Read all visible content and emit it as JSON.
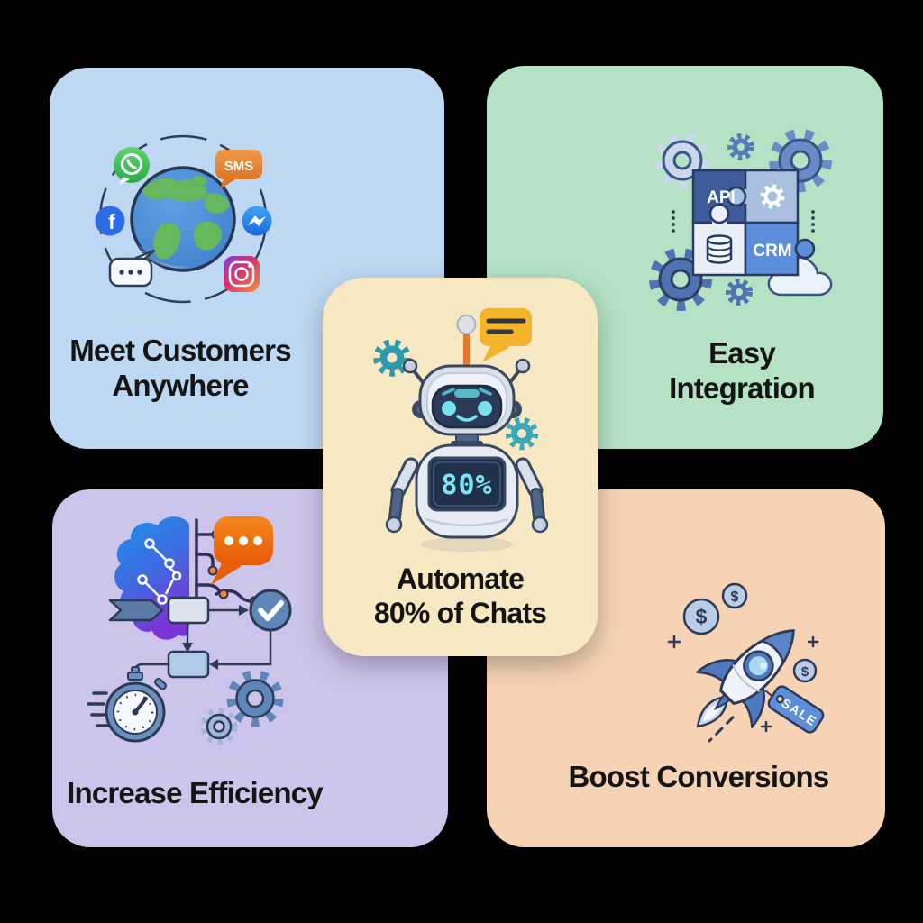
{
  "palette": {
    "background": "#000000",
    "card_blue": "#BED8F3",
    "card_green": "#B5E2C4",
    "card_yellow": "#F7E8C4",
    "card_purple": "#CDC4EB",
    "card_peach": "#F6D3B4",
    "text": "#151515",
    "accent_orange": "#E8782E",
    "accent_teal": "#2E9BAD",
    "accent_blue": "#5C8ED9"
  },
  "cards": {
    "meet_customers": {
      "line1": "Meet Customers",
      "line2": "Anywhere",
      "bg_color": "#BED8F3",
      "icons": {
        "sms_label": "SMS",
        "facebook_letter": "f",
        "icon_names": [
          "whatsapp-icon",
          "sms-icon",
          "facebook-icon",
          "messenger-icon",
          "chat-bubble-icon",
          "instagram-icon",
          "globe-icon"
        ]
      }
    },
    "easy_integration": {
      "line1": "Easy",
      "line2": "Integration",
      "bg_color": "#B5E2C4",
      "puzzle": {
        "api_label": "API",
        "crm_label": "CRM"
      },
      "icon_names": [
        "gear-icon",
        "puzzle-icon",
        "database-icon",
        "cloud-icon"
      ]
    },
    "automate_chats": {
      "line1": "Automate",
      "line2": "80% of Chats",
      "bg_color": "#F7E8C4",
      "screen_value": "80%",
      "icon_names": [
        "robot-icon",
        "speech-bubble-icon",
        "gear-icon",
        "antenna-icon"
      ]
    },
    "increase_efficiency": {
      "title": "Increase Efficiency",
      "bg_color": "#CDC4EB",
      "icon_names": [
        "brain-circuit-icon",
        "chat-bubble-icon",
        "flowchart-icon",
        "checkmark-icon",
        "stopwatch-icon",
        "gear-icon"
      ]
    },
    "boost_conversions": {
      "title": "Boost Conversions",
      "bg_color": "#F6D3B4",
      "sale_label": "SALE",
      "dollar_symbol": "$",
      "icon_names": [
        "rocket-icon",
        "coin-icon",
        "sale-tag-icon",
        "sparkle-icon"
      ]
    }
  }
}
